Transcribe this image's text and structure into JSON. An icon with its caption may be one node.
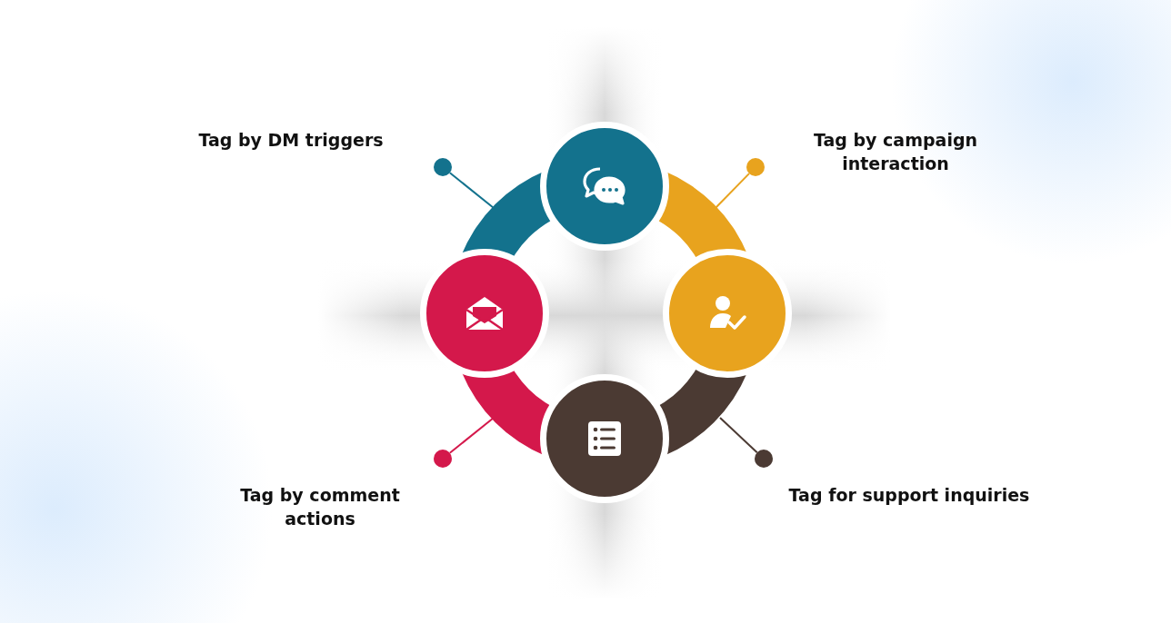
{
  "diagram": {
    "nodes": [
      {
        "text": [],
        "shape": "circle"
      },
      {
        "text": [],
        "shape": "circle"
      },
      {
        "text": [],
        "shape": "circle"
      },
      {
        "text": [],
        "shape": "circle"
      },
      {
        "text": [],
        "shape": "circle"
      },
      {
        "text": [],
        "shape": "circle"
      },
      {
        "text": [],
        "shape": "circle"
      },
      {
        "text": [],
        "shape": "circle"
      }
    ],
    "edges": [
      {
        "from": 4,
        "to": null,
        "arrow": "none",
        "color": "#13728d"
      },
      {
        "from": 5,
        "to": null,
        "arrow": "none",
        "color": "#e8a31e"
      },
      {
        "from": 6,
        "to": null,
        "arrow": "none",
        "color": "#d4184b"
      },
      {
        "from": 7,
        "to": null,
        "arrow": "none",
        "color": "#4b3a33"
      }
    ],
    "labels": [
      "Tag by DM triggers",
      "Tag by campaign interaction",
      "Tag by comment actions",
      "Tag for support inquiries"
    ]
  }
}
